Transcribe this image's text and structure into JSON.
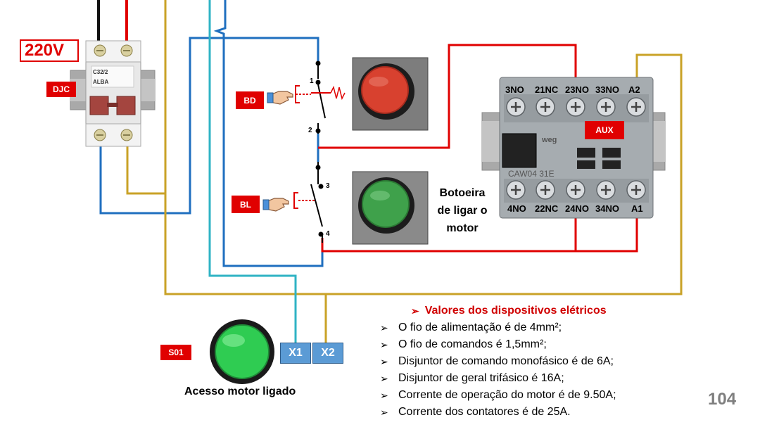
{
  "voltage_label": "220V",
  "tags": {
    "djc": "DJC",
    "bd": "BD",
    "bl": "BL",
    "aux": "AUX",
    "s01": "S01"
  },
  "switch_numbers": [
    "1",
    "2",
    "3",
    "4"
  ],
  "contactor": {
    "top_terminals": [
      "3NO",
      "21NC",
      "23NO",
      "33NO",
      "A2"
    ],
    "bottom_terminals": [
      "4NO",
      "22NC",
      "24NO",
      "34NO",
      "A1"
    ],
    "model": "CAW04 31E",
    "brand": "weg"
  },
  "breaker": {
    "model": "C32/2",
    "brand": "ALBA"
  },
  "botoeira_caption": [
    "Botoeira",
    "de ligar o",
    "motor"
  ],
  "lamp_caption": "Acesso motor ligado",
  "terminals": [
    "X1",
    "X2"
  ],
  "info": {
    "title": "Valores dos dispositivos elétricos",
    "items": [
      "O fio de alimentação é de 4mm²;",
      "O fio de comandos é 1,5mm²;",
      "Disjuntor de comando monofásico é de 6A;",
      "Disjuntor de geral trifásico é 16A;",
      "Corrente de operação do motor é de 9.50A;",
      "Corrente dos contatores é de 25A."
    ]
  },
  "page_number": "104",
  "colors": {
    "red_wire": "#e00000",
    "blue_wire": "#1f6fbf",
    "gold_wire": "#c9a227",
    "cyan_wire": "#2fb3c4",
    "tag_red": "#e00000",
    "terminal_blue": "#5b9bd5"
  },
  "icons": {
    "lightning": "lightning-bolt-icon",
    "hand": "pointing-hand-icon",
    "bullet": "arrow-bullet-icon"
  }
}
